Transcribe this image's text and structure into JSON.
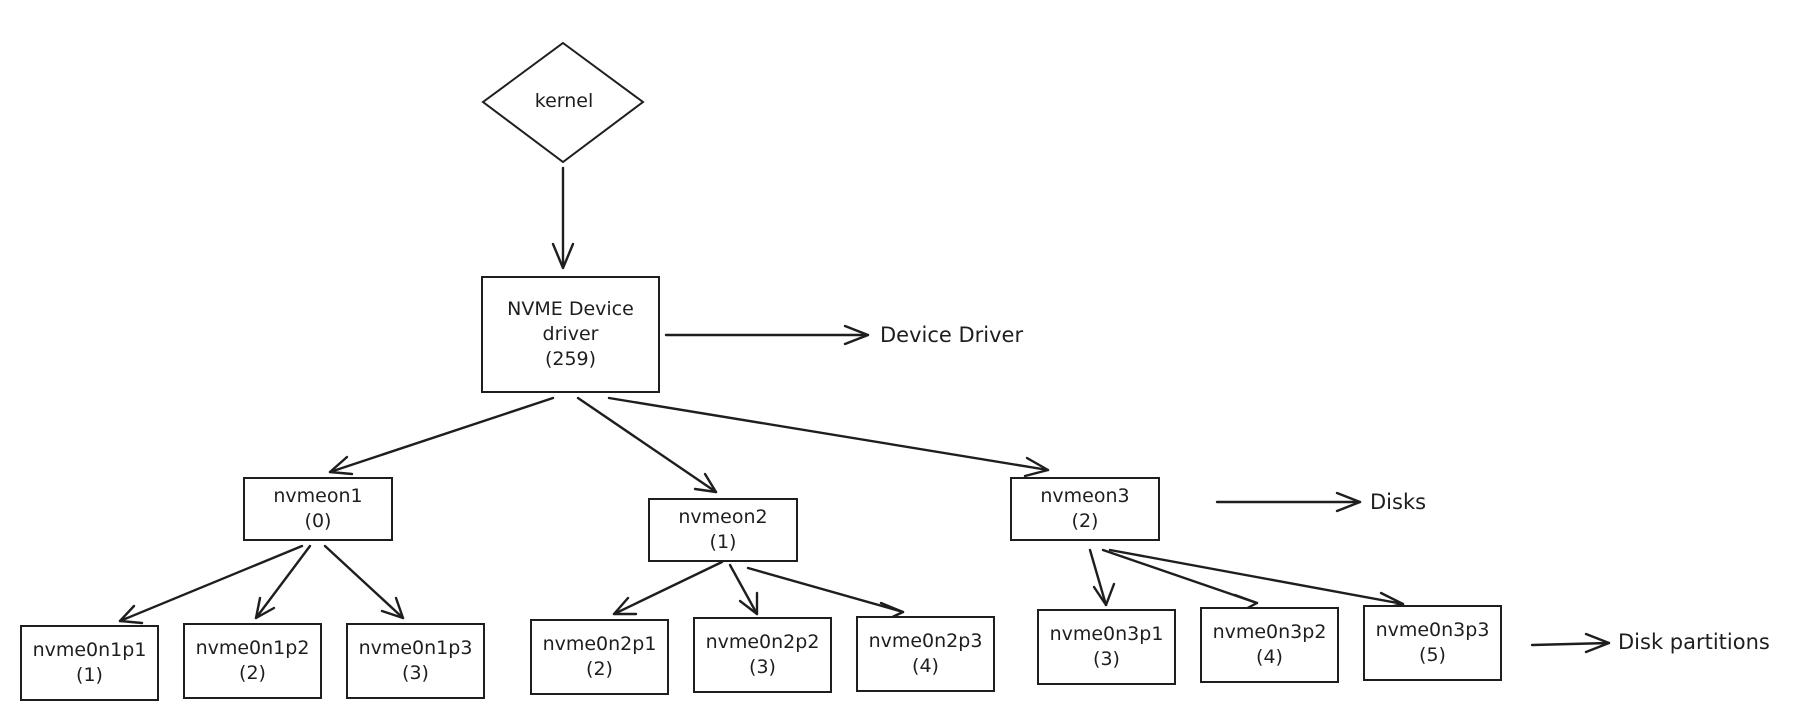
{
  "kernel": {
    "label": "kernel"
  },
  "driver": {
    "line1": "NVME Device",
    "line2": "driver",
    "line3": "(259)"
  },
  "disks": [
    {
      "name": "nvmeon1",
      "num": "(0)"
    },
    {
      "name": "nvmeon2",
      "num": "(1)"
    },
    {
      "name": "nvmeon3",
      "num": "(2)"
    }
  ],
  "partitions": [
    {
      "name": "nvme0n1p1",
      "num": "(1)"
    },
    {
      "name": "nvme0n1p2",
      "num": "(2)"
    },
    {
      "name": "nvme0n1p3",
      "num": "(3)"
    },
    {
      "name": "nvme0n2p1",
      "num": "(2)"
    },
    {
      "name": "nvme0n2p2",
      "num": "(3)"
    },
    {
      "name": "nvme0n2p3",
      "num": "(4)"
    },
    {
      "name": "nvme0n3p1",
      "num": "(3)"
    },
    {
      "name": "nvme0n3p2",
      "num": "(4)"
    },
    {
      "name": "nvme0n3p3",
      "num": "(5)"
    }
  ],
  "legend": {
    "device_driver": "Device Driver",
    "disks": "Disks",
    "disk_partitions": "Disk partitions"
  }
}
